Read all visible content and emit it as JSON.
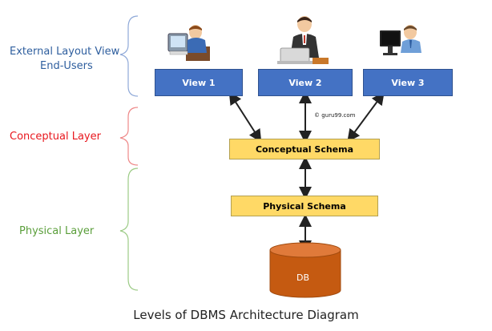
{
  "layers": {
    "external_line1": "External Layout View",
    "external_line2": "End-Users",
    "conceptual": "Conceptual Layer",
    "physical": "Physical Layer"
  },
  "views": [
    "View 1",
    "View 2",
    "View 3"
  ],
  "schemas": {
    "conceptual": "Conceptual Schema",
    "physical": "Physical Schema"
  },
  "database": {
    "label": "DB"
  },
  "watermark": "© guru99.com",
  "caption": "Levels of DBMS Architecture Diagram",
  "colors": {
    "external": "#2e5e9e",
    "conceptual": "#e8171e",
    "physical": "#5a9e3a",
    "view_box": "#4472c4",
    "schema_box": "#ffd966",
    "db": "#c55a11"
  },
  "icons": [
    "user-at-desk-icon",
    "user-with-laptop-icon",
    "user-at-monitor-icon"
  ]
}
